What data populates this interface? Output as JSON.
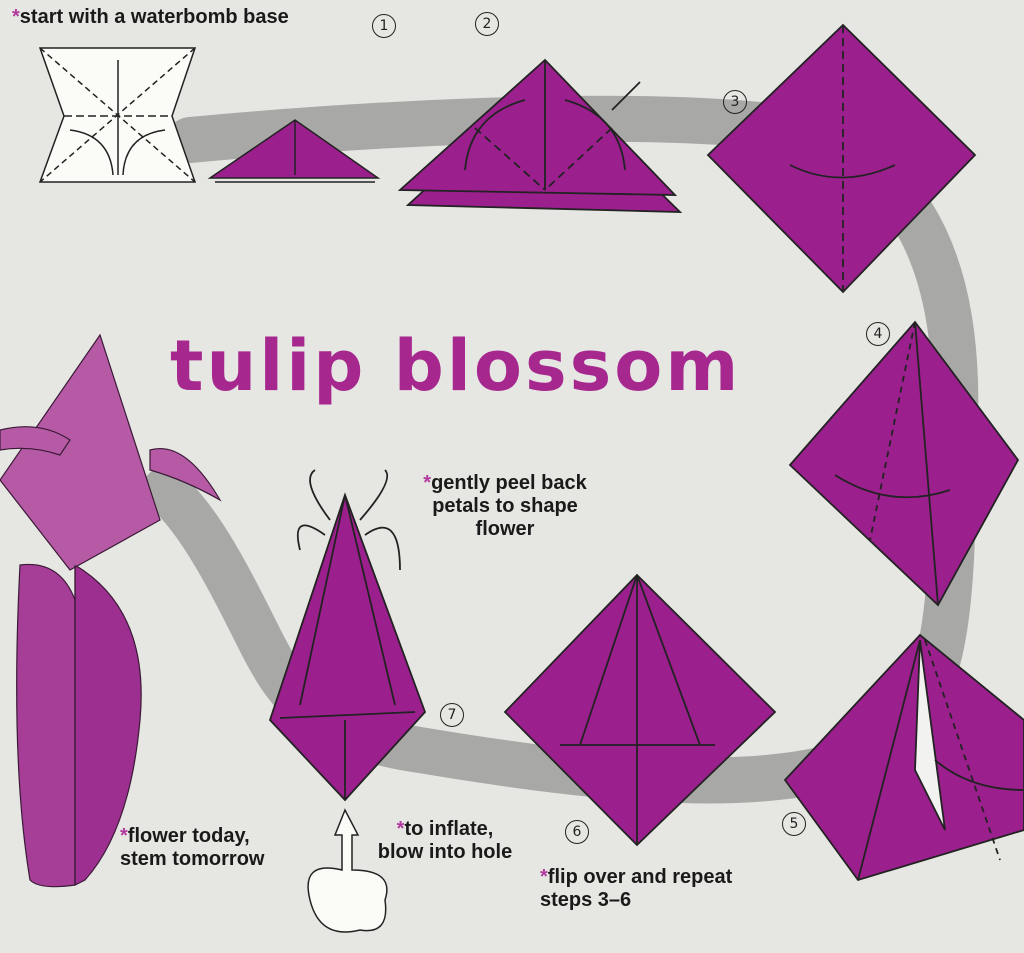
{
  "title": "tulip blossom",
  "notes": {
    "start": "start with a waterbomb base",
    "peel": "gently peel back petals to shape flower",
    "flower": "flower today, stem tomorrow",
    "inflate": "to inflate, blow into hole",
    "flip": "flip over and repeat steps 3–6"
  },
  "asterisk": "*",
  "steps": [
    "1",
    "2",
    "3",
    "4",
    "5",
    "6",
    "7"
  ],
  "colors": {
    "paper": "#9c1f8e",
    "flower": "#b04a9e",
    "path": "#a8a8a6",
    "background": "#e6e6e2",
    "title": "#a6288f"
  }
}
